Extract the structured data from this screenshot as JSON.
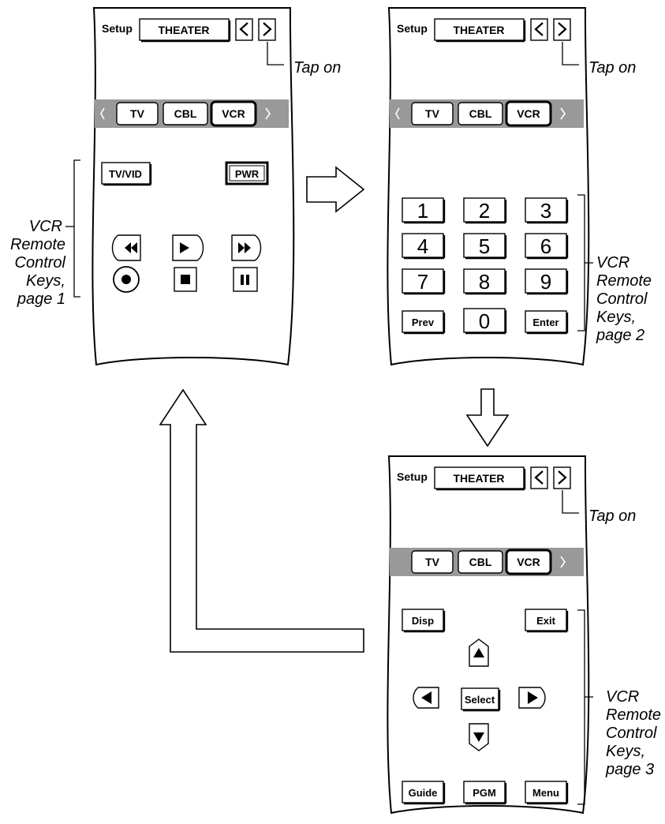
{
  "common": {
    "setup": "Setup",
    "theater": "THEATER",
    "tap_on": "Tap on",
    "devices": [
      "TV",
      "CBL",
      "VCR"
    ]
  },
  "page1": {
    "tv_vid": "TV/VID",
    "pwr": "PWR",
    "callout": [
      "VCR",
      "Remote",
      "Control",
      "Keys,",
      "page 1"
    ]
  },
  "page2": {
    "digits": [
      "1",
      "2",
      "3",
      "4",
      "5",
      "6",
      "7",
      "8",
      "9"
    ],
    "prev": "Prev",
    "zero": "0",
    "enter": "Enter",
    "callout": [
      "VCR",
      "Remote",
      "Control",
      "Keys,",
      "page 2"
    ]
  },
  "page3": {
    "disp": "Disp",
    "exit": "Exit",
    "select": "Select",
    "guide": "Guide",
    "pgm": "PGM",
    "menu": "Menu",
    "callout": [
      "VCR",
      "Remote",
      "Control",
      "Keys,",
      "page 3"
    ]
  }
}
